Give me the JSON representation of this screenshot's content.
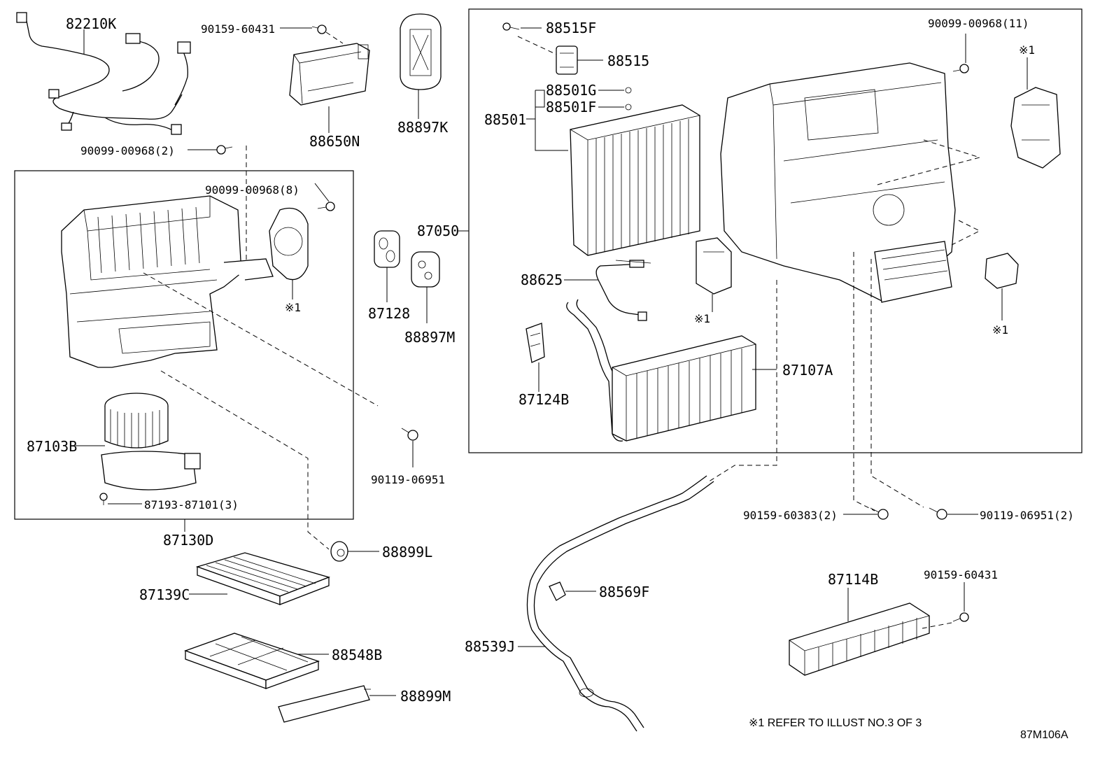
{
  "labels": {
    "p82210K": "82210K",
    "p90159_60431_top": "90159-60431",
    "p88650N": "88650N",
    "p88897K": "88897K",
    "p90099_00968_2": "90099-00968(2)",
    "p90099_00968_8": "90099-00968(8)",
    "p_ref1_a": "※1",
    "p87103B": "87103B",
    "p87193_87101_3": "87193-87101(3)",
    "p87130D": "87130D",
    "p87128": "87128",
    "p88897M": "88897M",
    "p90119_06951": "90119-06951",
    "p88899L": "88899L",
    "p87139C": "87139C",
    "p88548B": "88548B",
    "p88899M": "88899M",
    "p88515F": "88515F",
    "p88515": "88515",
    "p88501G": "88501G",
    "p88501F": "88501F",
    "p88501": "88501",
    "p87050": "87050",
    "p88625": "88625",
    "p87124B": "87124B",
    "p87107A": "87107A",
    "p_ref1_b": "※1",
    "p90099_00968_11": "90099-00968(11)",
    "p_ref1_c": "※1",
    "p_ref1_d": "※1",
    "p90159_60383_2": "90159-60383(2)",
    "p90119_06951_2": "90119-06951(2)",
    "p88569F": "88569F",
    "p88539J": "88539J",
    "p87114B": "87114B",
    "p90159_60431_right": "90159-60431"
  },
  "note": "※1 REFER TO ILLUST NO.3 OF 3",
  "illustration_code": "87M106A"
}
